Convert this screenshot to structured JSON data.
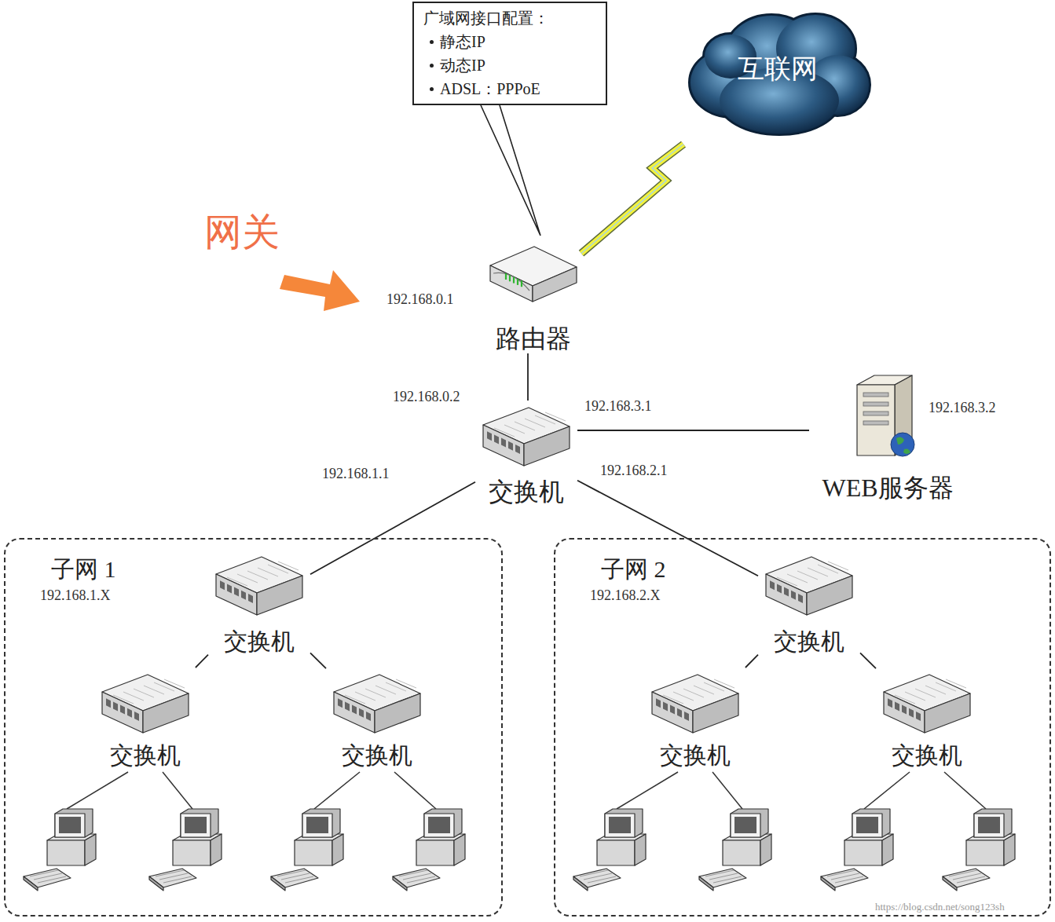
{
  "diagram": {
    "nodes": [
      {
        "text": [
          "广域网接口配置：",
          "静态IP",
          "动态IP",
          "ADSL：PPPoE"
        ]
      },
      {
        "text": [
          "互联网"
        ]
      },
      {
        "text": [
          "路由器"
        ]
      },
      {
        "text": [
          "交换机"
        ]
      },
      {
        "text": [
          "WEB服务器"
        ]
      },
      {
        "text": [
          "子网 1",
          "192.168.1.X"
        ]
      },
      {
        "text": [
          "交换机"
        ],
        "in": 5
      },
      {
        "text": [
          "交换机"
        ],
        "in": 5
      },
      {
        "text": [
          "交换机"
        ],
        "in": 5
      },
      {
        "text": [
          "子网 2",
          "192.168.2.X"
        ]
      },
      {
        "text": [
          "交换机"
        ],
        "in": 9
      },
      {
        "text": [
          "交换机"
        ],
        "in": 9
      },
      {
        "text": [
          "交换机"
        ],
        "in": 9
      }
    ],
    "edges": [
      {
        "from": 0,
        "to": 2,
        "arrow": "none"
      },
      {
        "from": 1,
        "to": 2,
        "arrow": "none"
      },
      {
        "from": 2,
        "to": 3,
        "arrow": "none"
      },
      {
        "from": 3,
        "to": 4,
        "arrow": "none"
      },
      {
        "from": 3,
        "to": 6,
        "arrow": "none"
      },
      {
        "from": 3,
        "to": 10,
        "arrow": "none"
      },
      {
        "from": 6,
        "to": 7,
        "arrow": "none"
      },
      {
        "from": 6,
        "to": 8,
        "arrow": "none"
      },
      {
        "from": 10,
        "to": 11,
        "arrow": "none"
      },
      {
        "from": 10,
        "to": 12,
        "arrow": "none"
      }
    ],
    "labels": [
      "网关",
      "192.168.0.1",
      "192.168.0.2",
      "192.168.3.1",
      "192.168.1.1",
      "192.168.2.1",
      "192.168.3.2",
      "https://blog.csdn.net/song123sh"
    ]
  }
}
